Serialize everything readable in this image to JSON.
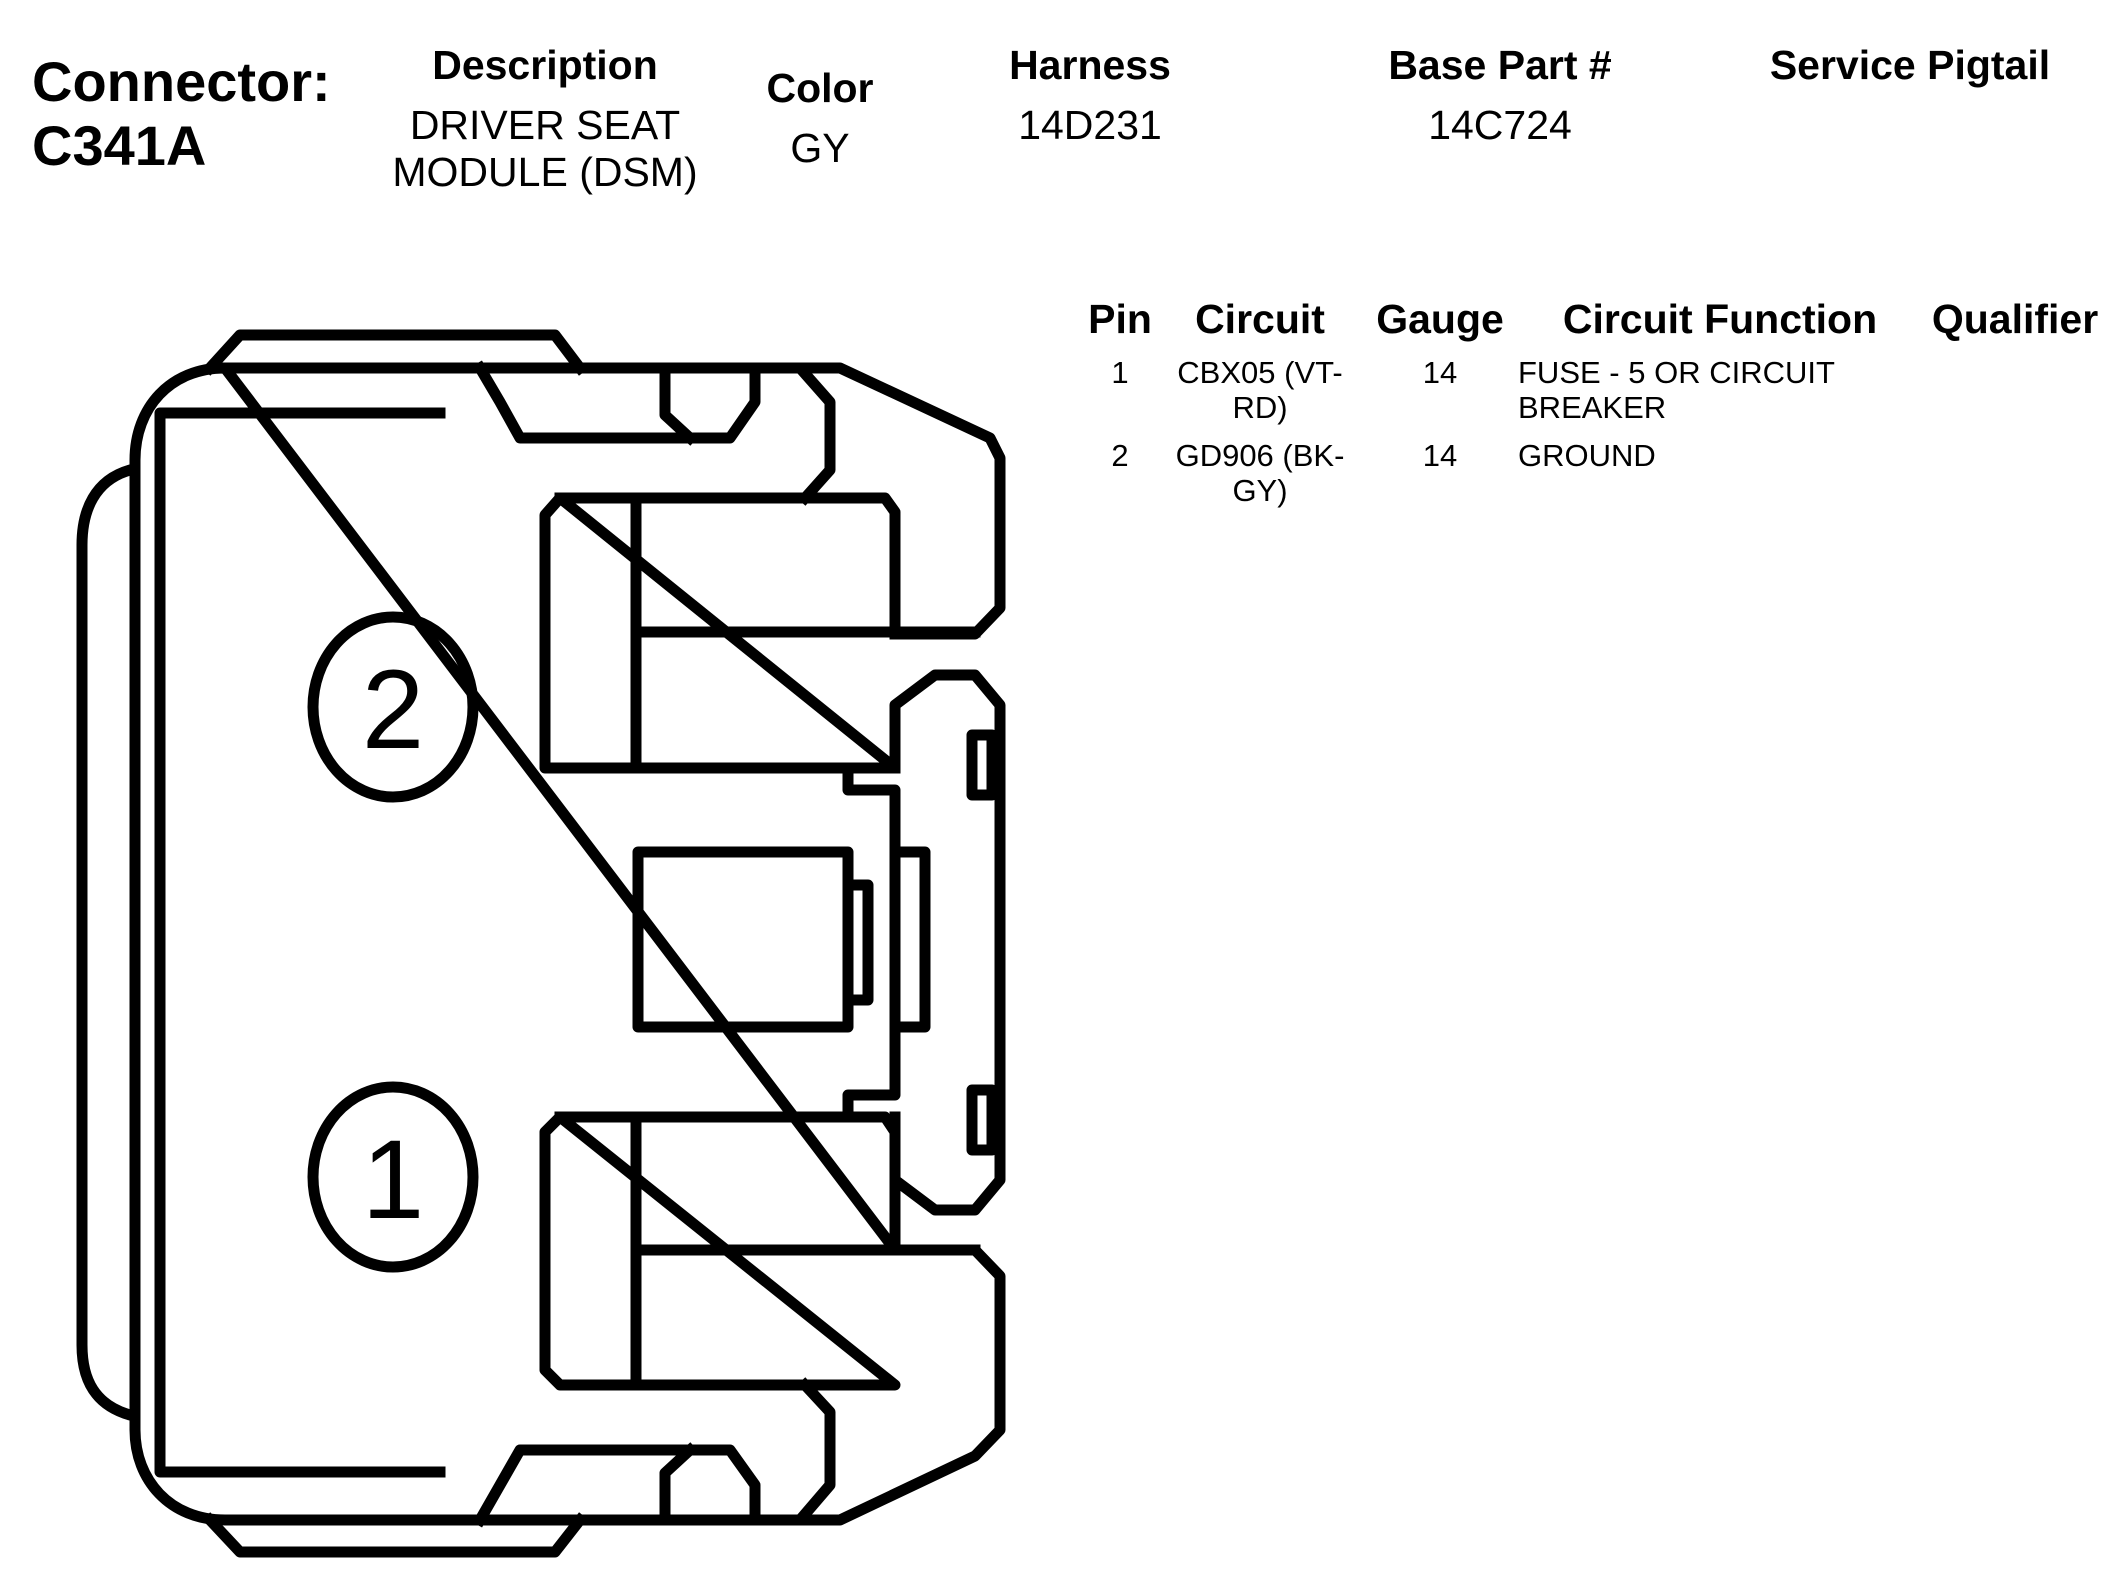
{
  "connector": {
    "label": "Connector:",
    "id": "C341A"
  },
  "header": {
    "description_label": "Description",
    "description_line1": "DRIVER SEAT",
    "description_line2": "MODULE (DSM)",
    "color_label": "Color",
    "color_value": "GY",
    "harness_label": "Harness",
    "harness_value": "14D231",
    "base_part_label": "Base Part #",
    "base_part_value": "14C724",
    "service_pigtail_label": "Service Pigtail",
    "service_pigtail_value": ""
  },
  "table": {
    "columns": [
      "Pin",
      "Circuit",
      "Gauge",
      "Circuit Function",
      "Qualifier"
    ],
    "rows": [
      {
        "pin": "1",
        "circuit_line1": "CBX05 (VT-",
        "circuit_line2": "RD)",
        "gauge": "14",
        "function_line1": "FUSE - 5 OR CIRCUIT",
        "function_line2": "BREAKER",
        "qualifier": ""
      },
      {
        "pin": "2",
        "circuit_line1": "GD906 (BK-",
        "circuit_line2": "GY)",
        "gauge": "14",
        "function_line1": "GROUND",
        "function_line2": "",
        "qualifier": ""
      }
    ]
  },
  "pins": {
    "pin1_label": "1",
    "pin2_label": "2"
  }
}
